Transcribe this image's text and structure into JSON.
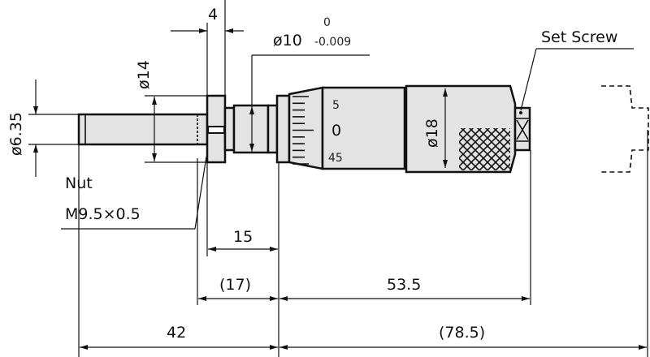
{
  "drawing": {
    "dim_nut_width": "4",
    "dim_sleeve_dia": "ø10",
    "dim_sleeve_tol_upper": "0",
    "dim_sleeve_tol_lower": "-0.009",
    "dim_nut_dia": "ø14",
    "dim_spindle_dia": "ø6.35",
    "dim_thimble_dia": "ø18",
    "label_set_screw": "Set Screw",
    "label_nut": "Nut",
    "label_nut_thread": "M9.5×0.5",
    "scale_marks": [
      "5",
      "0",
      "45"
    ],
    "dim_15": "15",
    "dim_17": "(17)",
    "dim_53_5": "53.5",
    "dim_42": "42",
    "dim_78_5": "(78.5)"
  }
}
